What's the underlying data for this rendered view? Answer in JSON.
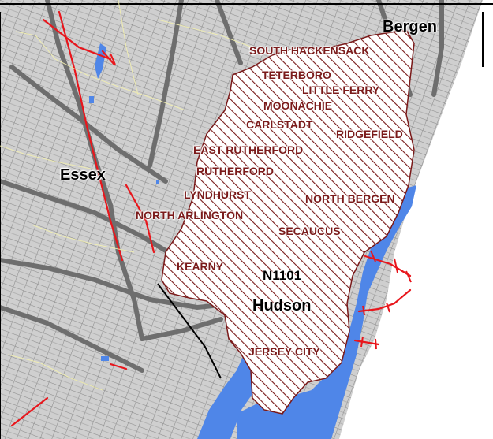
{
  "map": {
    "counties": [
      "Bergen",
      "Essex",
      "Hudson"
    ],
    "zone_code": "N1101",
    "municipalities": [
      "SOUTH HACKENSACK",
      "TETERBORO",
      "LITTLE FERRY",
      "MOONACHIE",
      "CARLSTADT",
      "RIDGEFIELD",
      "EAST RUTHERFORD",
      "RUTHERFORD",
      "LYNDHURST",
      "NORTH BERGEN",
      "NORTH ARLINGTON",
      "SECAUCUS",
      "KEARNY",
      "JERSEY CITY"
    ],
    "colors": {
      "background": "#ffffff",
      "street_network": "#a6a6a6",
      "highway": "#6e6e6e",
      "county_line": "#000000",
      "municipal_road": "#f2efb0",
      "rail": "#e8161c",
      "water": "#4f86e8",
      "hatch": "#7a1a1a",
      "municipality_label": "#7a1a1a"
    }
  }
}
